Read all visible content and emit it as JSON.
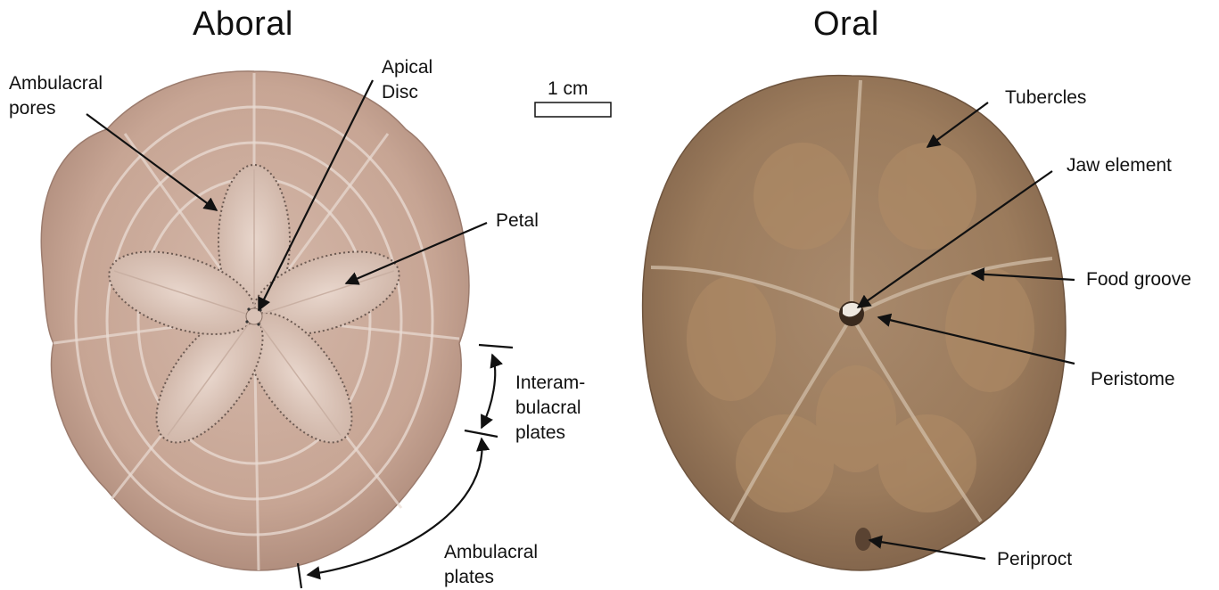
{
  "titles": {
    "aboral": "Aboral",
    "oral": "Oral"
  },
  "scale_bar": {
    "label": "1 cm"
  },
  "aboral_labels": {
    "ambulacral_pores": [
      "Ambulacral",
      "pores"
    ],
    "apical_disc": [
      "Apical",
      "Disc"
    ],
    "petal": "Petal",
    "interambulacral_plates": [
      "Interam-",
      "bulacral",
      "plates"
    ],
    "ambulacral_plates": [
      "Ambulacral",
      "plates"
    ]
  },
  "oral_labels": {
    "tubercles": "Tubercles",
    "jaw_element": "Jaw element",
    "food_groove": "Food groove",
    "peristome": "Peristome",
    "periproct": "Periproct"
  },
  "colors": {
    "aboral_test": "#c9a898",
    "aboral_plate_lines": "#eadcd4",
    "petal_fill": "#dfcabf",
    "oral_test": "#9c7a5a",
    "oral_plates": "#b08a66",
    "arrow": "#111111"
  }
}
